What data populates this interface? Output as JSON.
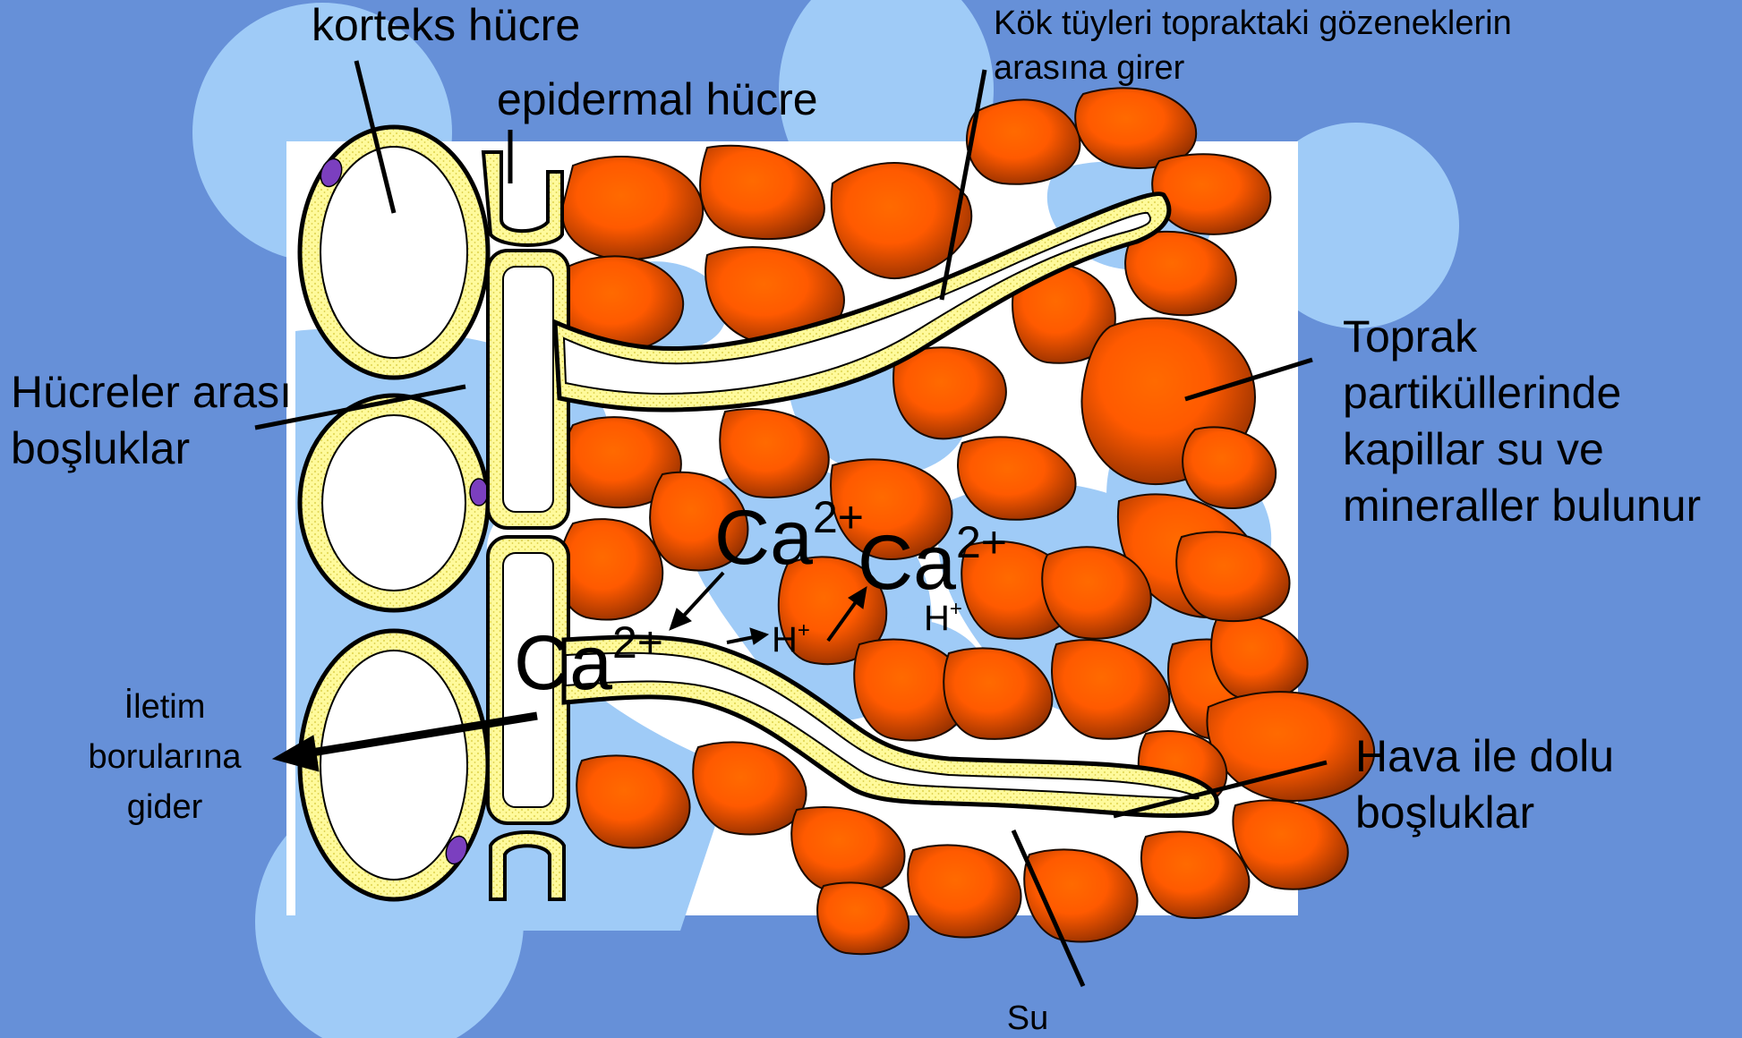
{
  "labels": {
    "cortex": "korteks hücre",
    "epidermal": "epidermal hücre",
    "root_hairs_line1": "Kök tüyleri topraktaki gözeneklerin",
    "root_hairs_line2": "arasına girer",
    "intercellular_line1": "Hücreler arası",
    "intercellular_line2": "boşluklar",
    "soil_line1": "Toprak",
    "soil_line2": "partiküllerinde",
    "soil_line3": "kapillar su ve",
    "soil_line4": "mineraller bulunur",
    "transport_line1": "İletim",
    "transport_line2": "borularına",
    "transport_line3": "gider",
    "air_line1": "Hava ile dolu",
    "air_line2": "boşluklar",
    "water": "Su"
  },
  "ions": {
    "ca_upper": "Ca",
    "ca_upper_sup": "2+",
    "ca_mid": "Ca",
    "ca_mid_sup": "2+",
    "ca_root": "Ca",
    "ca_root_sup": "2+",
    "h_left": "H",
    "h_left_sup": "+",
    "h_right": "H",
    "h_right_sup": "+"
  },
  "colors": {
    "background": "#6690d8",
    "water": "#9fcbf7",
    "soil_light": "#ff6a00",
    "soil_dark": "#8a2c00",
    "cell_wall": "#fffa9c",
    "nucleus": "#7b3fbf"
  }
}
